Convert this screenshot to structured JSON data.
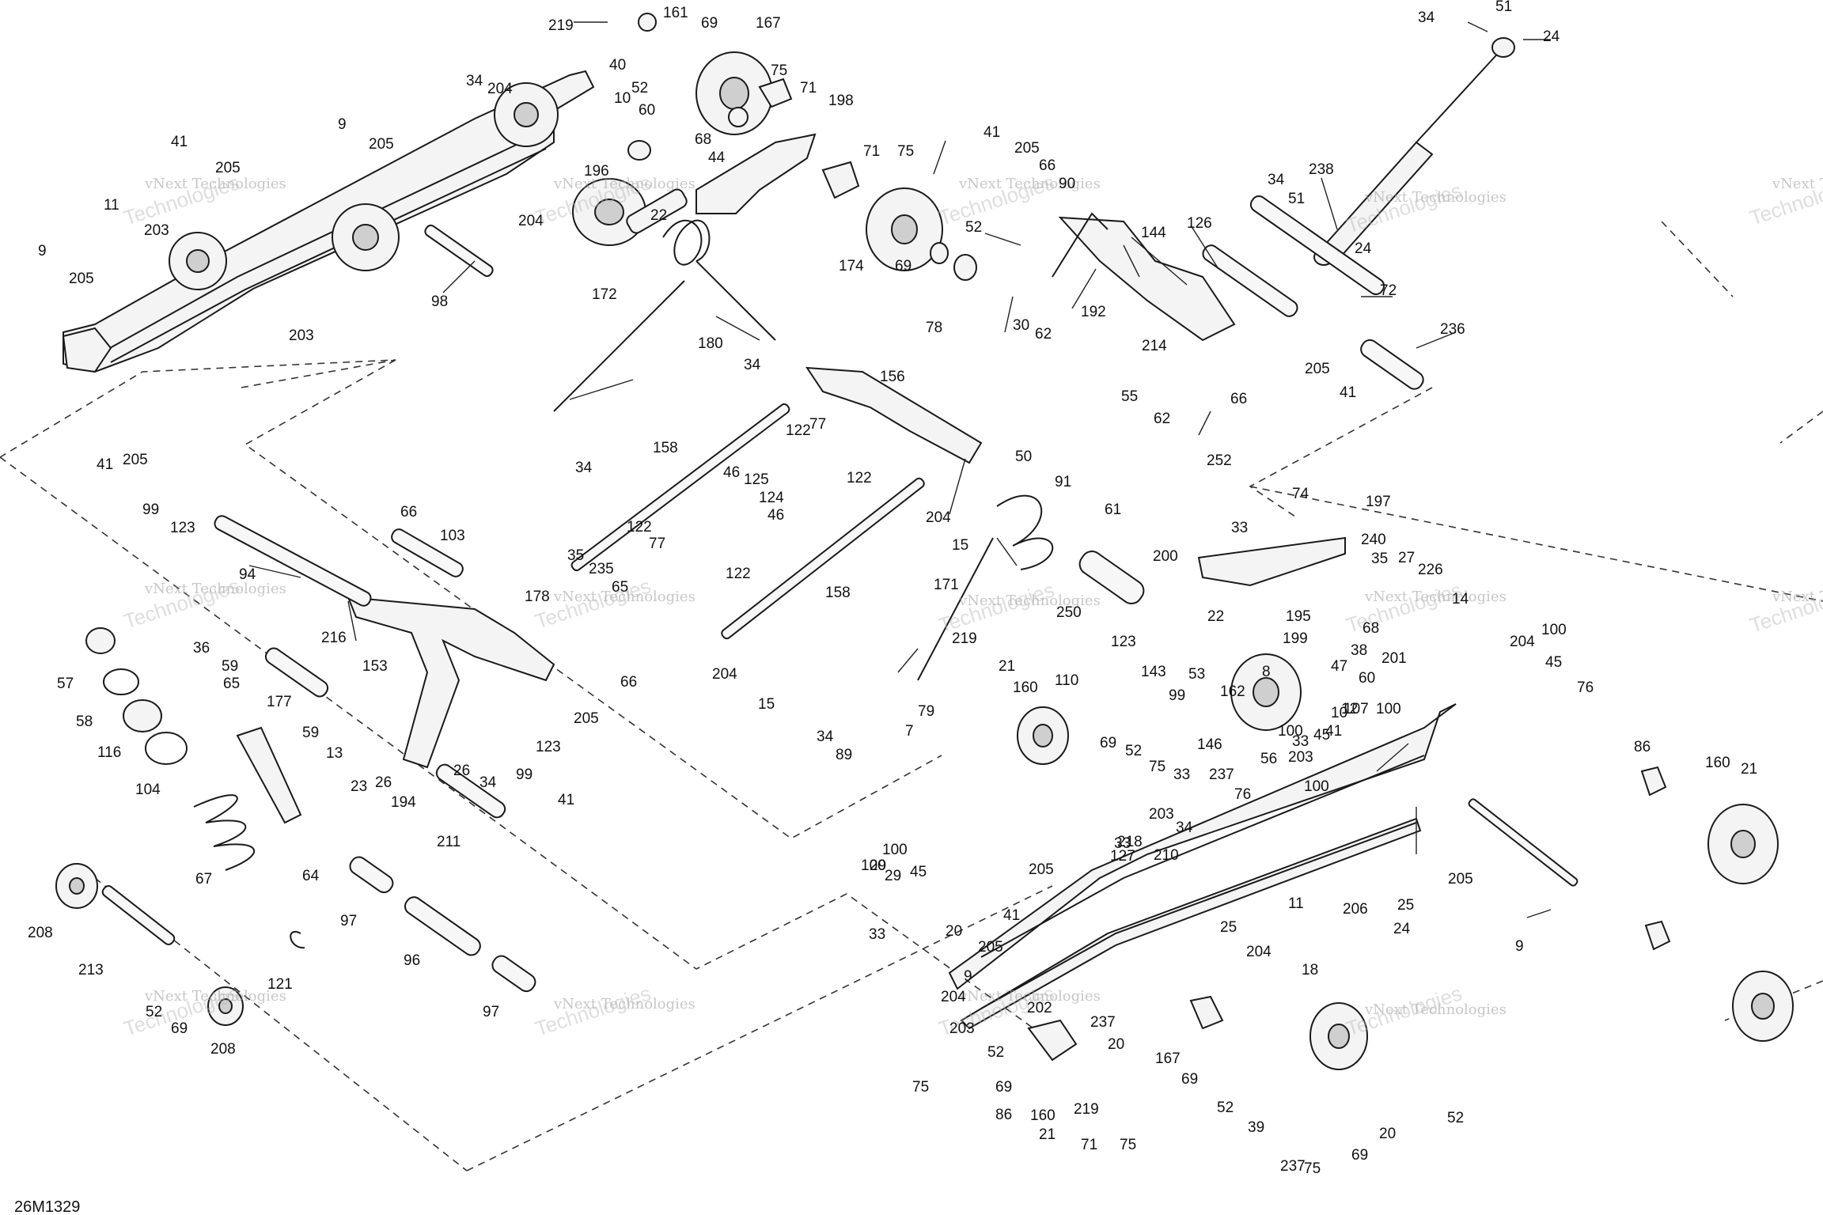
{
  "diagram": {
    "code": "26M1329",
    "watermark_line1": "vNext Technologies",
    "watermark_line2": "Technologies",
    "callouts": [
      {
        "id": "c219a",
        "text": "219"
      },
      {
        "id": "c161",
        "text": "161"
      },
      {
        "id": "c69a",
        "text": "69"
      },
      {
        "id": "c167a",
        "text": "167"
      },
      {
        "id": "c40",
        "text": "40"
      },
      {
        "id": "c52a",
        "text": "52"
      },
      {
        "id": "c75a",
        "text": "75"
      },
      {
        "id": "c71a",
        "text": "71"
      },
      {
        "id": "c10a",
        "text": "10"
      },
      {
        "id": "c60a",
        "text": "60"
      },
      {
        "id": "c198",
        "text": "198"
      },
      {
        "id": "c68a",
        "text": "68"
      },
      {
        "id": "c44",
        "text": "44"
      },
      {
        "id": "c196",
        "text": "196"
      },
      {
        "id": "c22a",
        "text": "22"
      },
      {
        "id": "c34a",
        "text": "34"
      },
      {
        "id": "c204a",
        "text": "204"
      },
      {
        "id": "c9a",
        "text": "9"
      },
      {
        "id": "c205a",
        "text": "205"
      },
      {
        "id": "c41a",
        "text": "41"
      },
      {
        "id": "c205b",
        "text": "205"
      },
      {
        "id": "c11a",
        "text": "11"
      },
      {
        "id": "c203a",
        "text": "203"
      },
      {
        "id": "c9b",
        "text": "9"
      },
      {
        "id": "c205c",
        "text": "205"
      },
      {
        "id": "c203b",
        "text": "203"
      },
      {
        "id": "c204b",
        "text": "204"
      },
      {
        "id": "c98",
        "text": "98"
      },
      {
        "id": "c172",
        "text": "172"
      },
      {
        "id": "c180",
        "text": "180"
      },
      {
        "id": "c71b",
        "text": "71"
      },
      {
        "id": "c75b",
        "text": "75"
      },
      {
        "id": "c174",
        "text": "174"
      },
      {
        "id": "c69b",
        "text": "69"
      },
      {
        "id": "c52b",
        "text": "52"
      },
      {
        "id": "c78",
        "text": "78"
      },
      {
        "id": "c41b",
        "text": "41"
      },
      {
        "id": "c205d",
        "text": "205"
      },
      {
        "id": "c66a",
        "text": "66"
      },
      {
        "id": "c90",
        "text": "90"
      },
      {
        "id": "c192",
        "text": "192"
      },
      {
        "id": "c144",
        "text": "144"
      },
      {
        "id": "c126",
        "text": "126"
      },
      {
        "id": "c214",
        "text": "214"
      },
      {
        "id": "c34b",
        "text": "34"
      },
      {
        "id": "c51a",
        "text": "51"
      },
      {
        "id": "c24a",
        "text": "24"
      },
      {
        "id": "c238",
        "text": "238"
      },
      {
        "id": "c34c",
        "text": "34"
      },
      {
        "id": "c51b",
        "text": "51"
      },
      {
        "id": "c24b",
        "text": "24"
      },
      {
        "id": "c72",
        "text": "72"
      },
      {
        "id": "c236",
        "text": "236"
      },
      {
        "id": "c205e",
        "text": "205"
      },
      {
        "id": "c41c",
        "text": "41"
      },
      {
        "id": "c66b",
        "text": "66"
      },
      {
        "id": "c34d",
        "text": "34"
      },
      {
        "id": "c156",
        "text": "156"
      },
      {
        "id": "c122a",
        "text": "122"
      },
      {
        "id": "c77a",
        "text": "77"
      },
      {
        "id": "c122b",
        "text": "122"
      },
      {
        "id": "c158a",
        "text": "158"
      },
      {
        "id": "c30",
        "text": "30"
      },
      {
        "id": "c62a",
        "text": "62"
      },
      {
        "id": "c55",
        "text": "55"
      },
      {
        "id": "c62b",
        "text": "62"
      },
      {
        "id": "c50",
        "text": "50"
      },
      {
        "id": "c91",
        "text": "91"
      },
      {
        "id": "c252",
        "text": "252"
      },
      {
        "id": "c61",
        "text": "61"
      },
      {
        "id": "c204c",
        "text": "204"
      },
      {
        "id": "c15a",
        "text": "15"
      },
      {
        "id": "c41d",
        "text": "41"
      },
      {
        "id": "c205f",
        "text": "205"
      },
      {
        "id": "c99a",
        "text": "99"
      },
      {
        "id": "c123a",
        "text": "123"
      },
      {
        "id": "c66c",
        "text": "66"
      },
      {
        "id": "c103",
        "text": "103"
      },
      {
        "id": "c94",
        "text": "94"
      },
      {
        "id": "c34e",
        "text": "34"
      },
      {
        "id": "c46a",
        "text": "46"
      },
      {
        "id": "c125",
        "text": "125"
      },
      {
        "id": "c124",
        "text": "124"
      },
      {
        "id": "c46b",
        "text": "46"
      },
      {
        "id": "c122c",
        "text": "122"
      },
      {
        "id": "c77b",
        "text": "77"
      },
      {
        "id": "c35a",
        "text": "35"
      },
      {
        "id": "c235",
        "text": "235"
      },
      {
        "id": "c65a",
        "text": "65"
      },
      {
        "id": "c122d",
        "text": "122"
      },
      {
        "id": "c158b",
        "text": "158"
      },
      {
        "id": "c178",
        "text": "178"
      },
      {
        "id": "c153",
        "text": "153"
      },
      {
        "id": "c216",
        "text": "216"
      },
      {
        "id": "c204d",
        "text": "204"
      },
      {
        "id": "c15b",
        "text": "15"
      },
      {
        "id": "c66d",
        "text": "66"
      },
      {
        "id": "c205g",
        "text": "205"
      },
      {
        "id": "c123b",
        "text": "123"
      },
      {
        "id": "c99b",
        "text": "99"
      },
      {
        "id": "c41e",
        "text": "41"
      },
      {
        "id": "c57",
        "text": "57"
      },
      {
        "id": "c36",
        "text": "36"
      },
      {
        "id": "c59a",
        "text": "59"
      },
      {
        "id": "c65b",
        "text": "65"
      },
      {
        "id": "c177",
        "text": "177"
      },
      {
        "id": "c58",
        "text": "58"
      },
      {
        "id": "c116",
        "text": "116"
      },
      {
        "id": "c104",
        "text": "104"
      },
      {
        "id": "c59b",
        "text": "59"
      },
      {
        "id": "c13",
        "text": "13"
      },
      {
        "id": "c23",
        "text": "23"
      },
      {
        "id": "c26a",
        "text": "26"
      },
      {
        "id": "c26b",
        "text": "26"
      },
      {
        "id": "c34f",
        "text": "34"
      },
      {
        "id": "c194",
        "text": "194"
      },
      {
        "id": "c211",
        "text": "211"
      },
      {
        "id": "c67",
        "text": "67"
      },
      {
        "id": "c64",
        "text": "64"
      },
      {
        "id": "c97a",
        "text": "97"
      },
      {
        "id": "c96",
        "text": "96"
      },
      {
        "id": "c97b",
        "text": "97"
      },
      {
        "id": "c208a",
        "text": "208"
      },
      {
        "id": "c213",
        "text": "213"
      },
      {
        "id": "c121",
        "text": "121"
      },
      {
        "id": "c52c",
        "text": "52"
      },
      {
        "id": "c69c",
        "text": "69"
      },
      {
        "id": "c208b",
        "text": "208"
      },
      {
        "id": "c171",
        "text": "171"
      },
      {
        "id": "c250",
        "text": "250"
      },
      {
        "id": "c219b",
        "text": "219"
      },
      {
        "id": "c21a",
        "text": "21"
      },
      {
        "id": "c160a",
        "text": "160"
      },
      {
        "id": "c110",
        "text": "110"
      },
      {
        "id": "c69d",
        "text": "69"
      },
      {
        "id": "c52d",
        "text": "52"
      },
      {
        "id": "c75c",
        "text": "75"
      },
      {
        "id": "c34g",
        "text": "34"
      },
      {
        "id": "c79",
        "text": "79"
      },
      {
        "id": "c7",
        "text": "7"
      },
      {
        "id": "c89",
        "text": "89"
      },
      {
        "id": "c123c",
        "text": "123"
      },
      {
        "id": "c143",
        "text": "143"
      },
      {
        "id": "c99c",
        "text": "99"
      },
      {
        "id": "c53",
        "text": "53"
      },
      {
        "id": "c162",
        "text": "162"
      },
      {
        "id": "c146",
        "text": "146"
      },
      {
        "id": "c74",
        "text": "74"
      },
      {
        "id": "c197",
        "text": "197"
      },
      {
        "id": "c33a",
        "text": "33"
      },
      {
        "id": "c200",
        "text": "200"
      },
      {
        "id": "c240",
        "text": "240"
      },
      {
        "id": "c35b",
        "text": "35"
      },
      {
        "id": "c27",
        "text": "27"
      },
      {
        "id": "c226",
        "text": "226"
      },
      {
        "id": "c14",
        "text": "14"
      },
      {
        "id": "c22b",
        "text": "22"
      },
      {
        "id": "c199",
        "text": "199"
      },
      {
        "id": "c195",
        "text": "195"
      },
      {
        "id": "c68b",
        "text": "68"
      },
      {
        "id": "c47",
        "text": "47"
      },
      {
        "id": "c38",
        "text": "38"
      },
      {
        "id": "c201",
        "text": "201"
      },
      {
        "id": "c8",
        "text": "8"
      },
      {
        "id": "c60b",
        "text": "60"
      },
      {
        "id": "c12",
        "text": "12"
      },
      {
        "id": "c10b",
        "text": "10"
      },
      {
        "id": "c33b",
        "text": "33"
      },
      {
        "id": "c56",
        "text": "56"
      },
      {
        "id": "c203c",
        "text": "203"
      },
      {
        "id": "c41f",
        "text": "41"
      },
      {
        "id": "c100a",
        "text": "100"
      },
      {
        "id": "c107",
        "text": "107"
      },
      {
        "id": "c100b",
        "text": "100"
      },
      {
        "id": "c45a",
        "text": "45"
      },
      {
        "id": "c204e",
        "text": "204"
      },
      {
        "id": "c100c",
        "text": "100"
      },
      {
        "id": "c45b",
        "text": "45"
      },
      {
        "id": "c76a",
        "text": "76"
      },
      {
        "id": "c100d",
        "text": "100"
      },
      {
        "id": "c33c",
        "text": "33"
      },
      {
        "id": "c237a",
        "text": "237"
      },
      {
        "id": "c76b",
        "text": "76"
      },
      {
        "id": "c100e",
        "text": "100"
      },
      {
        "id": "c100f",
        "text": "100"
      },
      {
        "id": "c45c",
        "text": "45"
      },
      {
        "id": "c33d",
        "text": "33"
      },
      {
        "id": "c203d",
        "text": "203"
      },
      {
        "id": "c34h",
        "text": "34"
      },
      {
        "id": "c218",
        "text": "218"
      },
      {
        "id": "c210",
        "text": "210"
      },
      {
        "id": "c29a",
        "text": "29"
      },
      {
        "id": "c29b",
        "text": "29"
      },
      {
        "id": "c127",
        "text": "127"
      },
      {
        "id": "c33e",
        "text": "33"
      },
      {
        "id": "c205h",
        "text": "205"
      },
      {
        "id": "c41g",
        "text": "41"
      },
      {
        "id": "c20a",
        "text": "20"
      },
      {
        "id": "c205i",
        "text": "205"
      },
      {
        "id": "c9c",
        "text": "9"
      },
      {
        "id": "c204f",
        "text": "204"
      },
      {
        "id": "c202",
        "text": "202"
      },
      {
        "id": "c203e",
        "text": "203"
      },
      {
        "id": "c11b",
        "text": "11"
      },
      {
        "id": "c25a",
        "text": "25"
      },
      {
        "id": "c204g",
        "text": "204"
      },
      {
        "id": "c18",
        "text": "18"
      },
      {
        "id": "c206",
        "text": "206"
      },
      {
        "id": "c25b",
        "text": "25"
      },
      {
        "id": "c24c",
        "text": "24"
      },
      {
        "id": "c205j",
        "text": "205"
      },
      {
        "id": "c9d",
        "text": "9"
      },
      {
        "id": "c237b",
        "text": "237"
      },
      {
        "id": "c20b",
        "text": "20"
      },
      {
        "id": "c75d",
        "text": "75"
      },
      {
        "id": "c52e",
        "text": "52"
      },
      {
        "id": "c69e",
        "text": "69"
      },
      {
        "id": "c86a",
        "text": "86"
      },
      {
        "id": "c160b",
        "text": "160"
      },
      {
        "id": "c21b",
        "text": "21"
      },
      {
        "id": "c219c",
        "text": "219"
      },
      {
        "id": "c71c",
        "text": "71"
      },
      {
        "id": "c75e",
        "text": "75"
      },
      {
        "id": "c167b",
        "text": "167"
      },
      {
        "id": "c69f",
        "text": "69"
      },
      {
        "id": "c52f",
        "text": "52"
      },
      {
        "id": "c39",
        "text": "39"
      },
      {
        "id": "c237c",
        "text": "237"
      },
      {
        "id": "c75f",
        "text": "75"
      },
      {
        "id": "c69g",
        "text": "69"
      },
      {
        "id": "c20c",
        "text": "20"
      },
      {
        "id": "c52g",
        "text": "52"
      },
      {
        "id": "c86b",
        "text": "86"
      },
      {
        "id": "c160c",
        "text": "160"
      },
      {
        "id": "c21c",
        "text": "21"
      }
    ]
  }
}
